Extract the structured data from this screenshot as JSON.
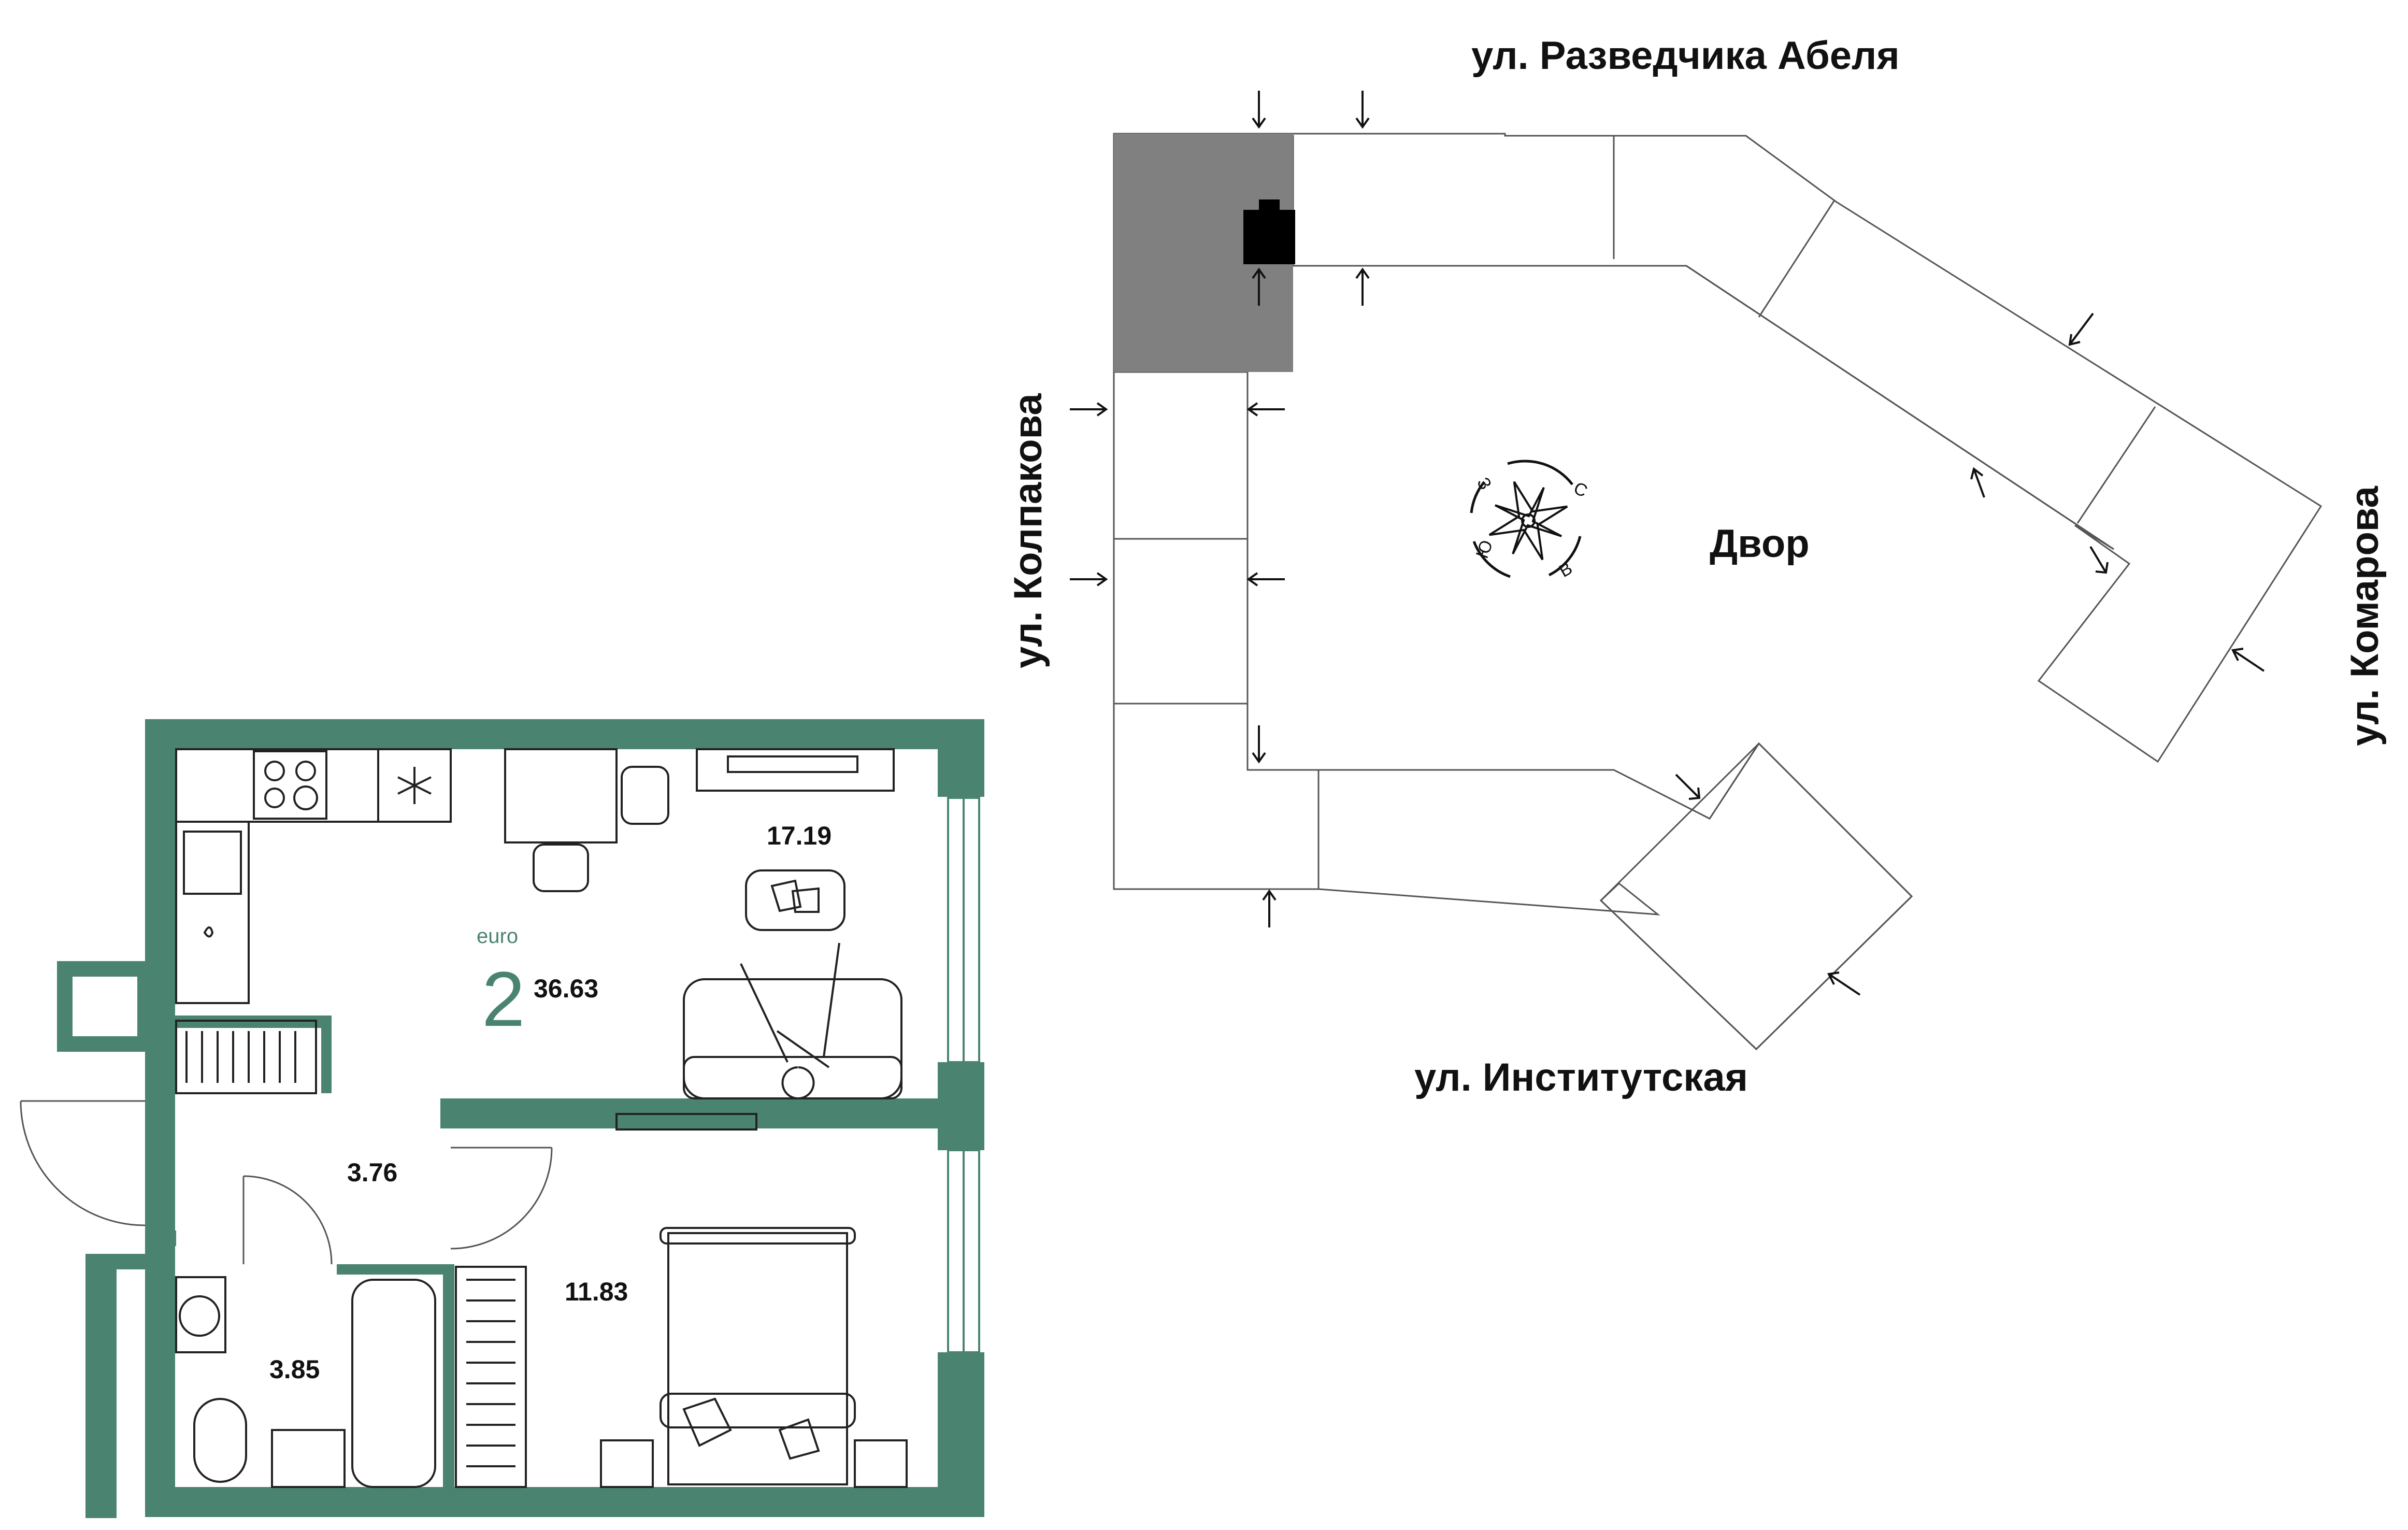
{
  "site_plan": {
    "streets": {
      "top": "ул. Разведчика Абеля",
      "left": "ул. Колпакова",
      "right": "ул. Комарова",
      "bottom": "ул. Институтская"
    },
    "yard_label": "Двор",
    "compass": {
      "north": "С",
      "east": "В",
      "south": "Ю",
      "west": "З"
    },
    "colors": {
      "selected_section": "#808080",
      "building_marker": "#000000",
      "outline": "#555555"
    }
  },
  "apartment": {
    "type_label": "euro",
    "rooms_count": "2",
    "total_area": "36.63",
    "rooms": {
      "kitchen_living": "17.19",
      "hallway": "3.76",
      "bathroom": "3.85",
      "bedroom": "11.83"
    },
    "colors": {
      "walls": "#4a8470",
      "accent_text": "#4a8470",
      "furniture": "#222222"
    }
  }
}
